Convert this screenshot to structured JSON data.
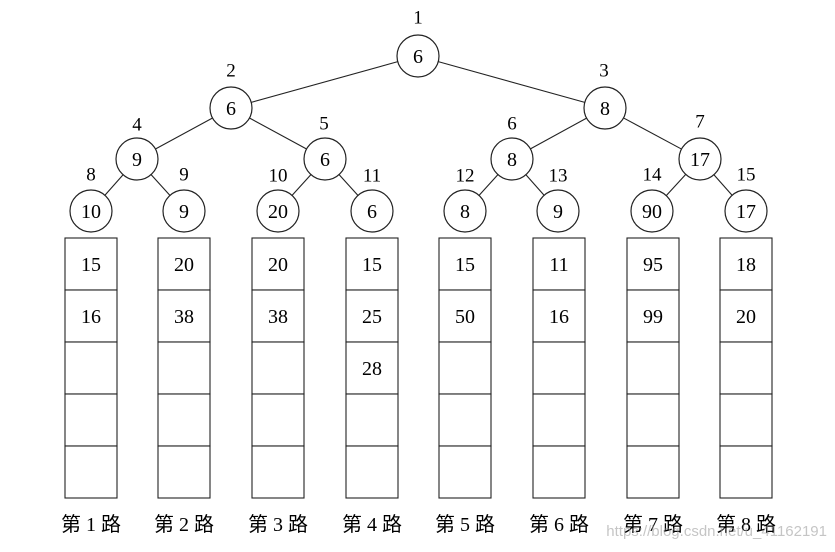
{
  "tree": {
    "nodes": [
      {
        "id": 1,
        "index_label": "1",
        "value": "6"
      },
      {
        "id": 2,
        "index_label": "2",
        "value": "6"
      },
      {
        "id": 3,
        "index_label": "3",
        "value": "8"
      },
      {
        "id": 4,
        "index_label": "4",
        "value": "9"
      },
      {
        "id": 5,
        "index_label": "5",
        "value": "6"
      },
      {
        "id": 6,
        "index_label": "6",
        "value": "8"
      },
      {
        "id": 7,
        "index_label": "7",
        "value": "17"
      },
      {
        "id": 8,
        "index_label": "8",
        "value": "10"
      },
      {
        "id": 9,
        "index_label": "9",
        "value": "9"
      },
      {
        "id": 10,
        "index_label": "10",
        "value": "20"
      },
      {
        "id": 11,
        "index_label": "11",
        "value": "6"
      },
      {
        "id": 12,
        "index_label": "12",
        "value": "8"
      },
      {
        "id": 13,
        "index_label": "13",
        "value": "9"
      },
      {
        "id": 14,
        "index_label": "14",
        "value": "90"
      },
      {
        "id": 15,
        "index_label": "15",
        "value": "17"
      }
    ]
  },
  "runs": [
    {
      "label": "第 1 路",
      "values": [
        "15",
        "16",
        "",
        "",
        ""
      ]
    },
    {
      "label": "第 2 路",
      "values": [
        "20",
        "38",
        "",
        "",
        ""
      ]
    },
    {
      "label": "第 3 路",
      "values": [
        "20",
        "38",
        "",
        "",
        ""
      ]
    },
    {
      "label": "第 4 路",
      "values": [
        "15",
        "25",
        "28",
        "",
        ""
      ]
    },
    {
      "label": "第 5 路",
      "values": [
        "15",
        "50",
        "",
        "",
        ""
      ]
    },
    {
      "label": "第 6 路",
      "values": [
        "11",
        "16",
        "",
        "",
        ""
      ]
    },
    {
      "label": "第 7 路",
      "values": [
        "95",
        "99",
        "",
        "",
        ""
      ]
    },
    {
      "label": "第 8 路",
      "values": [
        "18",
        "20",
        "",
        "",
        ""
      ]
    }
  ],
  "watermark": "https://blog.csdn.net/u_41162191"
}
